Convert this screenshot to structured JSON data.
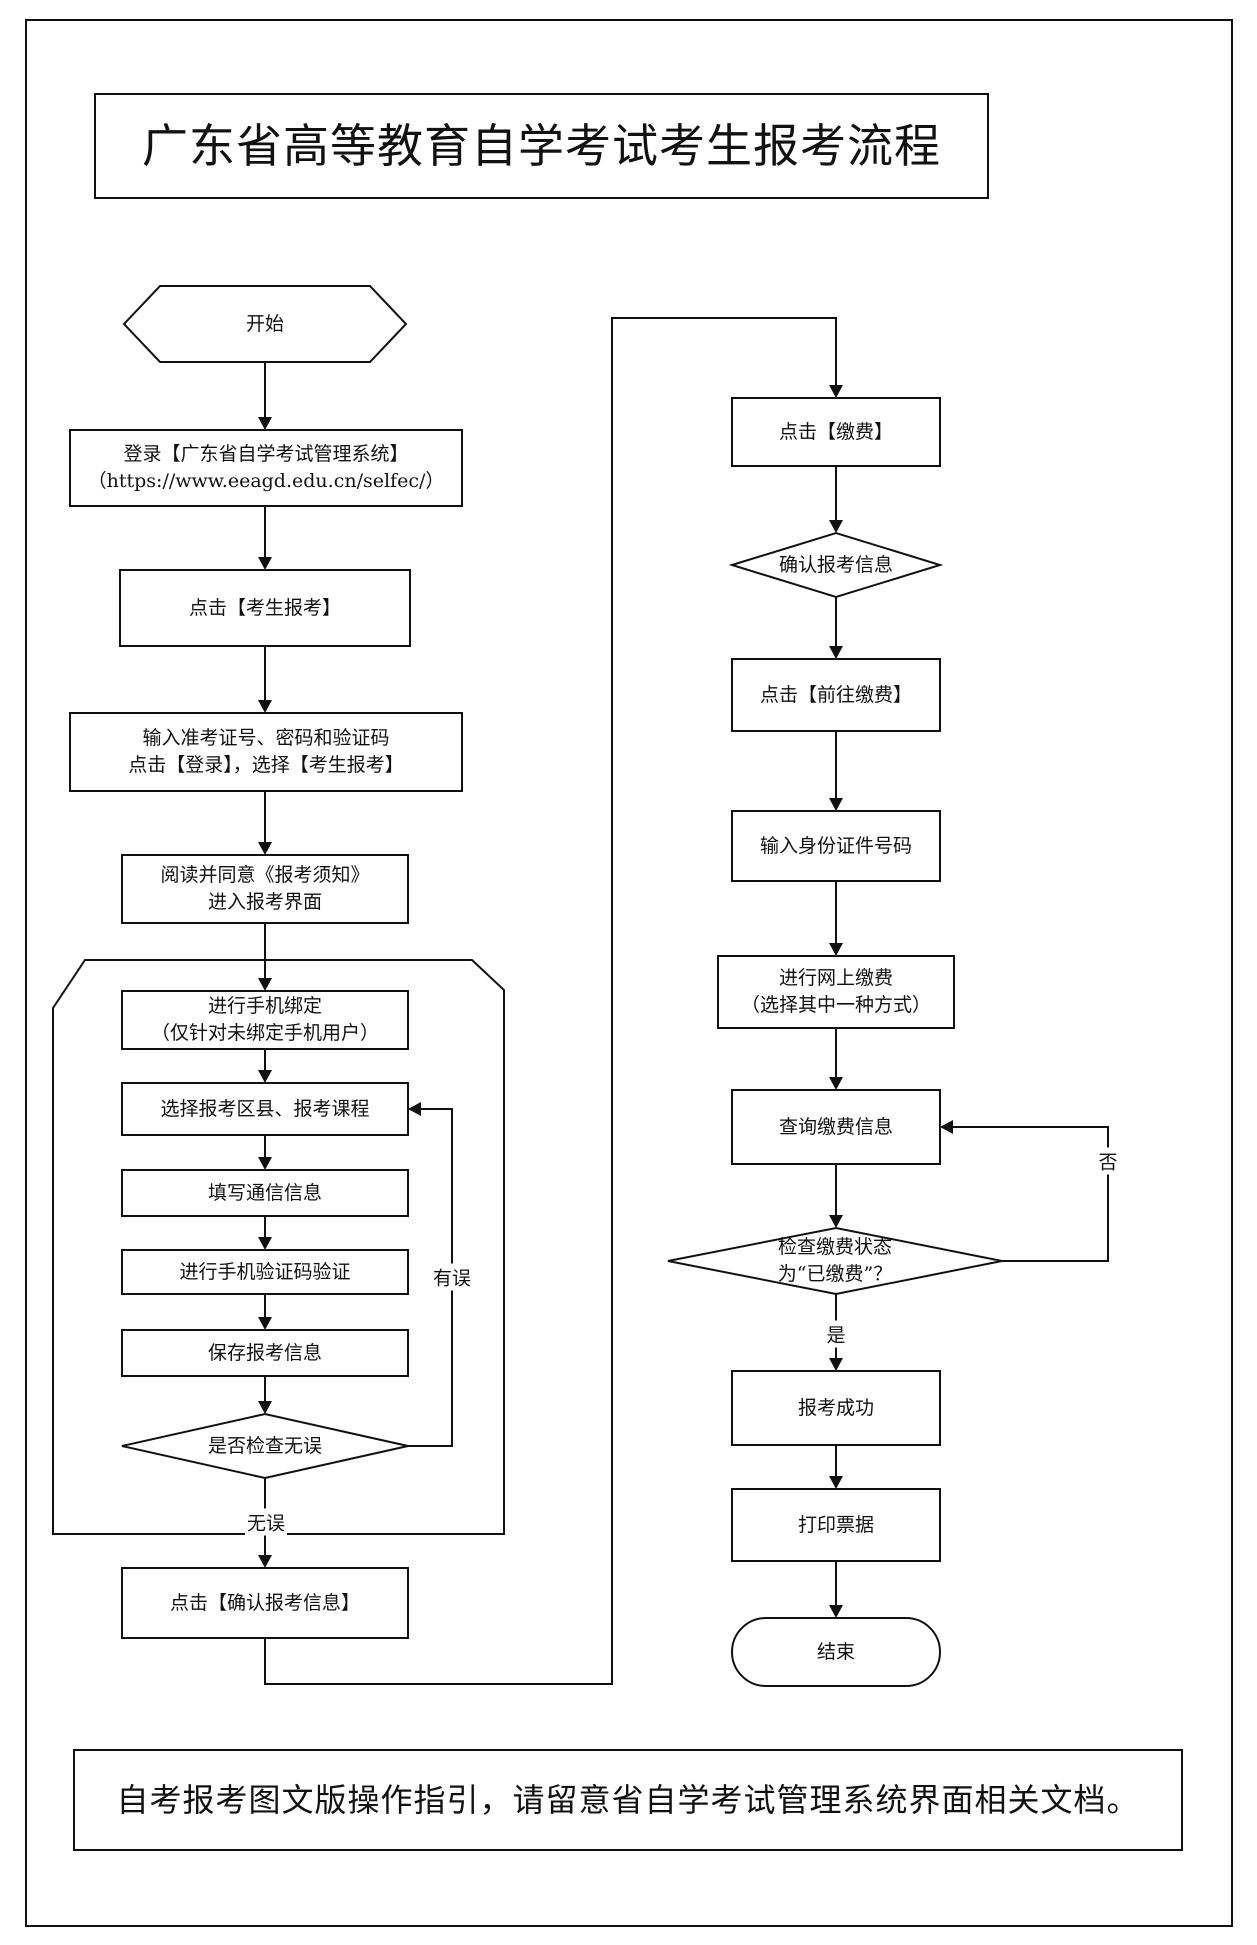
{
  "title": "广东省高等教育自学考试考生报考流程",
  "footer": "自考报考图文版操作指引，请留意省自学考试管理系统界面相关文档。",
  "left_column": {
    "start": "开始",
    "login": {
      "line1": "登录【广东省自学考试管理系统】",
      "line2": "（https://www.eeagd.edu.cn/selfec/）"
    },
    "click_exam_register": "点击【考生报考】",
    "enter_credentials": {
      "line1": "输入准考证号、密码和验证码",
      "line2": "点击【登录】，选择【考生报考】"
    },
    "read_notice": {
      "line1": "阅读并同意《报考须知》",
      "line2": "进入报考界面"
    },
    "bind_phone": {
      "line1": "进行手机绑定",
      "line2": "（仅针对未绑定手机用户）"
    },
    "select_courses": "选择报考区县、报考课程",
    "fill_contact": "填写通信信息",
    "phone_verify": "进行手机验证码验证",
    "save_info": "保存报考信息",
    "check_correct": "是否检查无误",
    "label_error": "有误",
    "label_ok": "无误",
    "confirm_info": "点击【确认报考信息】"
  },
  "right_column": {
    "click_pay": "点击【缴费】",
    "confirm_info": "确认报考信息",
    "go_pay": "点击【前往缴费】",
    "enter_id": "输入身份证件号码",
    "online_pay": {
      "line1": "进行网上缴费",
      "line2": "（选择其中一种方式）"
    },
    "query_pay": "查询缴费信息",
    "check_status": {
      "line1": "检查缴费状态",
      "line2": "为“已缴费”？"
    },
    "label_no": "否",
    "label_yes": "是",
    "success": "报考成功",
    "print_ticket": "打印票据",
    "end": "结束"
  }
}
